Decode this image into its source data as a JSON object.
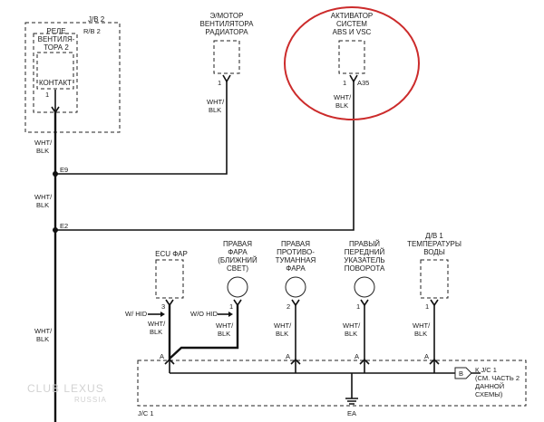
{
  "diagram": {
    "relay_block": {
      "jb_label": "J/B 2",
      "connector": "R/B 2",
      "name_lines": [
        "РЕЛЕ",
        "ВЕНТИЛЯ-",
        "ТОРА 2"
      ],
      "contact": "КОНТАКТ",
      "pin": "1"
    },
    "fan_motor": {
      "name_lines": [
        "Э/МОТОР",
        "ВЕНТИЛЯТОРА",
        "РАДИАТОРА"
      ],
      "pin": "1",
      "wire": [
        "WHT/",
        "BLK"
      ]
    },
    "abs_actuator": {
      "name_lines": [
        "АКТИВАТОР",
        "СИСТЕМ",
        "ABS И  VSC"
      ],
      "pin": "1",
      "connector": "A35",
      "wire": [
        "WHT/",
        "BLK"
      ]
    },
    "main_wire": {
      "wire_top": [
        "WHT/",
        "BLK"
      ],
      "wire_mid": [
        "WHT/",
        "BLK"
      ],
      "wire_bottom": [
        "WHT/",
        "BLK"
      ],
      "junction_e9": "E9",
      "junction_e2": "E2"
    },
    "ecu_headlamp": {
      "name": "ECU  ФАР",
      "pin": "3",
      "note": "W/ HID",
      "wire": [
        "WHT/",
        "BLK"
      ]
    },
    "right_headlamp": {
      "name_lines": [
        "ПРАВАЯ",
        "ФАРА",
        "(БЛИЖНИЙ",
        "СВЕТ)"
      ],
      "pin": "1",
      "note": "W/O HID",
      "wire": [
        "WHT/",
        "BLK"
      ]
    },
    "right_foglamp": {
      "name_lines": [
        "ПРАВАЯ",
        "ПРОТИВО-",
        "ТУМАННАЯ",
        "ФАРА"
      ],
      "pin": "2",
      "wire": [
        "WHT/",
        "BLK"
      ]
    },
    "right_turn": {
      "name_lines": [
        "ПРАВЫЙ",
        "ПЕРЕДНИЙ",
        "УКАЗАТЕЛЬ",
        "ПОВОРОТА"
      ],
      "pin": "1",
      "wire": [
        "WHT/",
        "BLK"
      ]
    },
    "temp_sensor": {
      "name_lines": [
        "Д/В 1",
        "ТЕМПЕРАТУРЫ",
        "ВОДЫ"
      ],
      "pin": "1",
      "wire": [
        "WHT/",
        "BLK"
      ]
    },
    "junction_block": {
      "label": "J/C 1",
      "pin_a": "A",
      "ground": "EA",
      "ref_letter": "B",
      "ref_lines": [
        "К J/C 1",
        "(СМ. ЧАСТЬ 2",
        "ДАННОЙ",
        "СХЕМЫ)"
      ]
    },
    "watermark": [
      "CLUB LEXUS",
      "RUSSIA"
    ],
    "highlight_color": "#cc2b2b"
  }
}
